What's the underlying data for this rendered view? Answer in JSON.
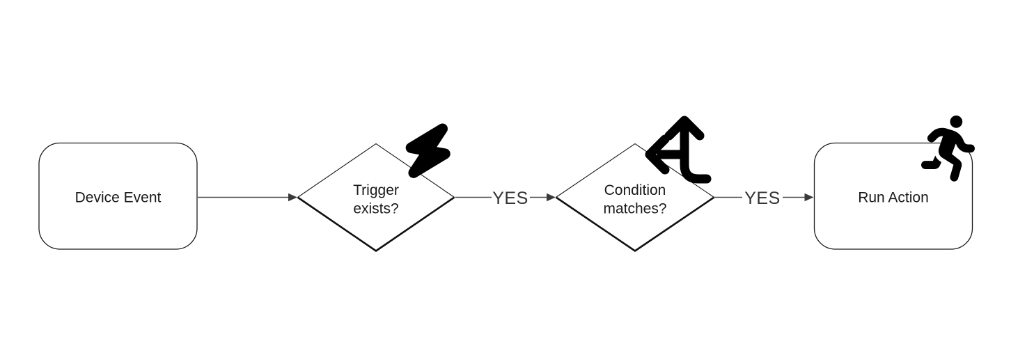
{
  "colors": {
    "background": "#ffffff",
    "shape_fill": "#ffffff",
    "shape_stroke": "#1a1a1a",
    "connector": "#4d4d4d",
    "node_text": "#1a1a1a",
    "edge_label_text": "#333333",
    "icon": "#000000"
  },
  "flowchart": {
    "nodes": [
      {
        "id": "device-event",
        "shape": "rounded-rectangle",
        "label": "Device Event",
        "icon": null
      },
      {
        "id": "trigger-exists",
        "shape": "diamond",
        "label": "Trigger exists?",
        "label_line1": "Trigger",
        "label_line2": "exists?",
        "icon": "lightning-bolt-icon"
      },
      {
        "id": "condition-matches",
        "shape": "diamond",
        "label": "Condition matches?",
        "label_line1": "Condition",
        "label_line2": "matches?",
        "icon": "arrows-split-up-left-icon"
      },
      {
        "id": "run-action",
        "shape": "rounded-rectangle",
        "label": "Run Action",
        "icon": "person-running-icon"
      }
    ],
    "edges": [
      {
        "from": "device-event",
        "to": "trigger-exists",
        "label": ""
      },
      {
        "from": "trigger-exists",
        "to": "condition-matches",
        "label": "YES"
      },
      {
        "from": "condition-matches",
        "to": "run-action",
        "label": "YES"
      }
    ]
  }
}
